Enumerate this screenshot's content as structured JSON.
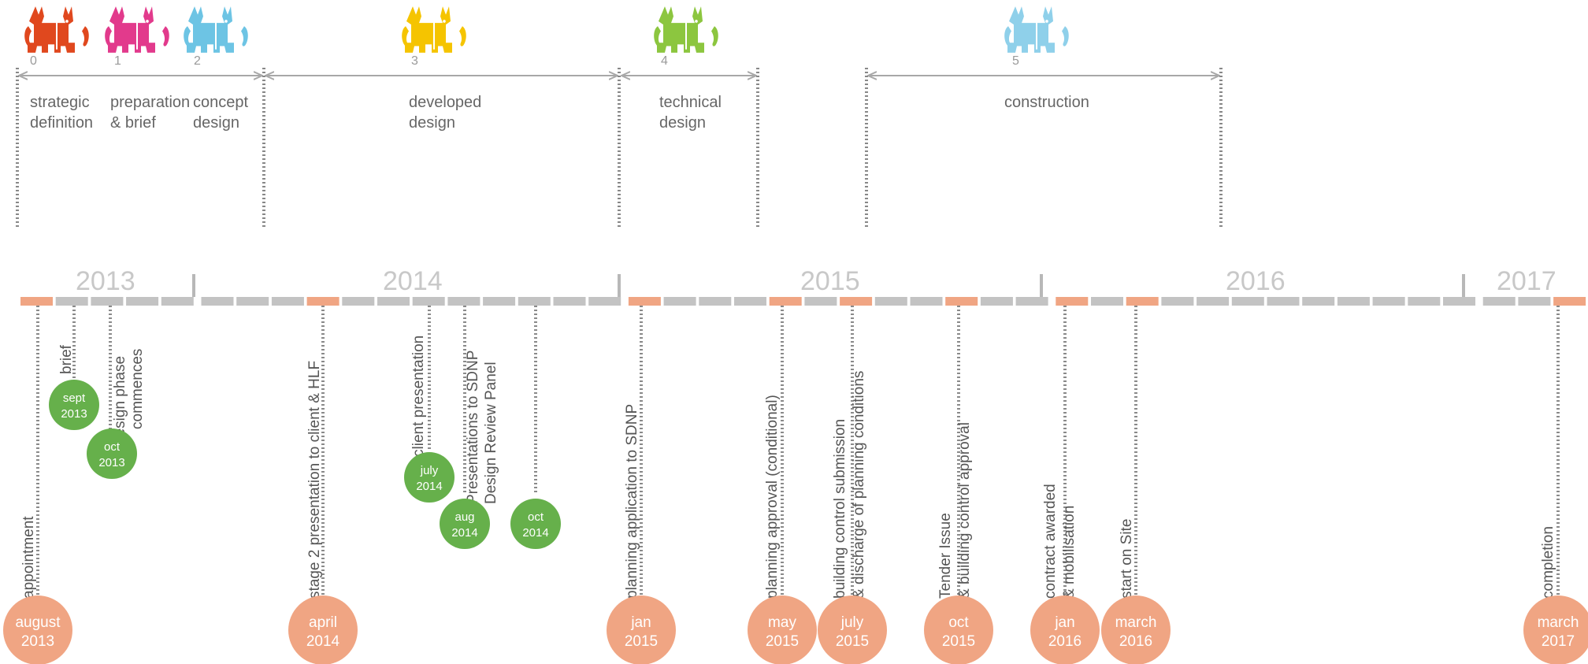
{
  "colors": {
    "stage_0": "#e0481e",
    "stage_1": "#e23a8c",
    "stage_2": "#6dc4e4",
    "stage_3": "#f5c400",
    "stage_4": "#8cc63f",
    "stage_5": "#8fd0ea",
    "milestone_major": "#f0a583",
    "milestone_minor": "#66b04b",
    "timeline_grey": "#c3c3c3",
    "timeline_orange": "#f0a583"
  },
  "stages": [
    {
      "num": "0",
      "icon": "monkey-figure-icon"
    },
    {
      "num": "1",
      "icon": "monkey-figure-icon"
    },
    {
      "num": "2",
      "icon": "monkey-figure-icon"
    },
    {
      "num": "3",
      "icon": "monkey-figure-icon"
    },
    {
      "num": "4",
      "icon": "monkey-figure-icon"
    },
    {
      "num": "5",
      "icon": "monkey-figure-icon"
    }
  ],
  "phases": [
    {
      "line1": "strategic",
      "line2": "definition"
    },
    {
      "line1": "preparation",
      "line2": "& brief"
    },
    {
      "line1": "concept",
      "line2": "design"
    },
    {
      "line1": "developed",
      "line2": "design"
    },
    {
      "line1": "technical",
      "line2": "design"
    },
    {
      "line1": "construction",
      "line2": ""
    }
  ],
  "years": [
    "2013",
    "2014",
    "2015",
    "2016",
    "2017"
  ],
  "events": [
    {
      "line1": "appointment",
      "line2": "",
      "month": "august",
      "year": "2013",
      "kind": "major"
    },
    {
      "line1": "brief",
      "line2": "",
      "month": "sept",
      "year": "2013",
      "kind": "minor"
    },
    {
      "line1": "design phase",
      "line2": "commences",
      "month": "oct",
      "year": "2013",
      "kind": "minor"
    },
    {
      "line1": "stage 2 presentation to client & HLF",
      "line2": "",
      "month": "april",
      "year": "2014",
      "kind": "major"
    },
    {
      "line1": "client presentation",
      "line2": "",
      "month": "july",
      "year": "2014",
      "kind": "minor"
    },
    {
      "line1": "Presentations to SDNP",
      "line2": "Design Review Panel",
      "month": "aug",
      "year": "2014",
      "kind": "minor"
    },
    {
      "line1": "",
      "line2": "",
      "month": "oct",
      "year": "2014",
      "kind": "minor"
    },
    {
      "line1": "planning application to SDNP",
      "line2": "",
      "month": "jan",
      "year": "2015",
      "kind": "major"
    },
    {
      "line1": "planning approval (conditional)",
      "line2": "",
      "month": "may",
      "year": "2015",
      "kind": "major"
    },
    {
      "line1": "building control submission",
      "line2": "& discharge of planning conditions",
      "month": "july",
      "year": "2015",
      "kind": "major"
    },
    {
      "line1": "Tender Issue",
      "line2": "& building control approval",
      "month": "oct",
      "year": "2015",
      "kind": "major"
    },
    {
      "line1": "contract awarded",
      "line2": "& mobilisation",
      "month": "jan",
      "year": "2016",
      "kind": "major"
    },
    {
      "line1": "start on Site",
      "line2": "",
      "month": "march",
      "year": "2016",
      "kind": "major"
    },
    {
      "line1": "completion",
      "line2": "",
      "month": "march",
      "year": "2017",
      "kind": "major"
    }
  ]
}
